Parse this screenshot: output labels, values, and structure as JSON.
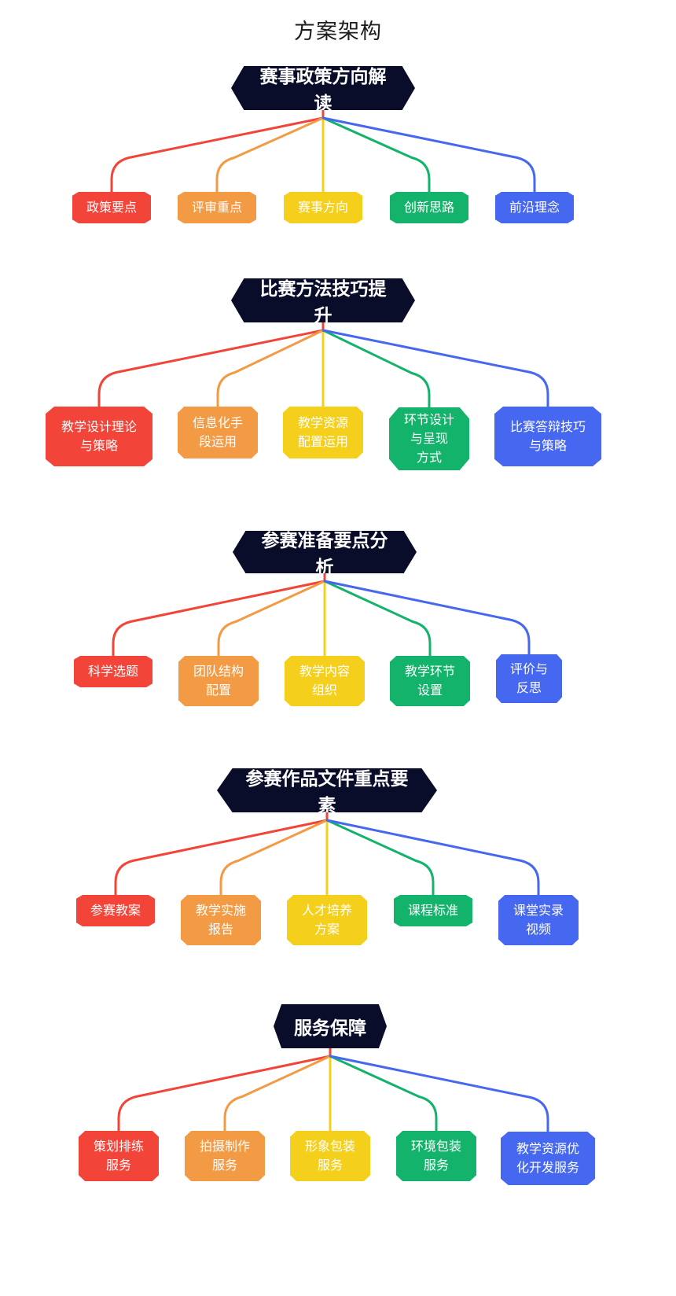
{
  "title": "方案架构",
  "colors": {
    "root": "#0a0d2a",
    "red": "#f24438",
    "orange": "#f39a44",
    "yellow": "#f4cf1c",
    "green": "#13b36b",
    "blue": "#4667f0"
  },
  "sections": [
    {
      "title": "赛事政策方向解读",
      "children": [
        {
          "label": "政策要点",
          "color": "red"
        },
        {
          "label": "评审重点",
          "color": "orange"
        },
        {
          "label": "赛事方向",
          "color": "yellow"
        },
        {
          "label": "创新思路",
          "color": "green"
        },
        {
          "label": "前沿理念",
          "color": "blue"
        }
      ]
    },
    {
      "title": "比赛方法技巧提升",
      "children": [
        {
          "label": "教学设计理论\n与策略",
          "color": "red"
        },
        {
          "label": "信息化手\n段运用",
          "color": "orange"
        },
        {
          "label": "教学资源\n配置运用",
          "color": "yellow"
        },
        {
          "label": "环节设计\n与呈现\n方式",
          "color": "green"
        },
        {
          "label": "比赛答辩技巧\n与策略",
          "color": "blue"
        }
      ]
    },
    {
      "title": "参赛准备要点分析",
      "children": [
        {
          "label": "科学选题",
          "color": "red"
        },
        {
          "label": "团队结构\n配置",
          "color": "orange"
        },
        {
          "label": "教学内容\n组织",
          "color": "yellow"
        },
        {
          "label": "教学环节\n设置",
          "color": "green"
        },
        {
          "label": "评价与\n反思",
          "color": "blue"
        }
      ]
    },
    {
      "title": "参赛作品文件重点要素",
      "children": [
        {
          "label": "参赛教案",
          "color": "red"
        },
        {
          "label": "教学实施\n报告",
          "color": "orange"
        },
        {
          "label": "人才培养\n方案",
          "color": "yellow"
        },
        {
          "label": "课程标准",
          "color": "green"
        },
        {
          "label": "课堂实录\n视频",
          "color": "blue"
        }
      ]
    },
    {
      "title": "服务保障",
      "children": [
        {
          "label": "策划排练\n服务",
          "color": "red"
        },
        {
          "label": "拍摄制作\n服务",
          "color": "orange"
        },
        {
          "label": "形象包装\n服务",
          "color": "yellow"
        },
        {
          "label": "环境包装\n服务",
          "color": "green"
        },
        {
          "label": "教学资源优\n化开发服务",
          "color": "blue"
        }
      ]
    }
  ]
}
